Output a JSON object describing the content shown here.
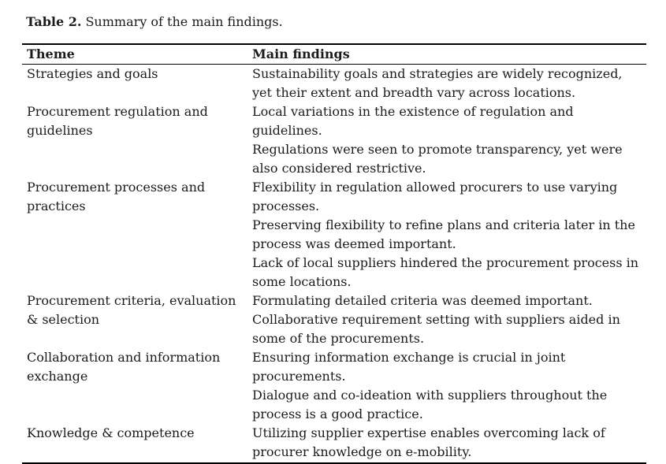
{
  "page": {
    "background": "#ffffff",
    "text_color": "#1b1b1b",
    "rule_color": "#000000"
  },
  "caption": {
    "label": "Table 2.",
    "text": "Summary of the main findings."
  },
  "table": {
    "headers": {
      "theme": "Theme",
      "main_findings": "Main findings"
    },
    "rows": [
      {
        "theme": "Strategies and goals",
        "findings": [
          "Sustainability goals and strategies are widely recognized, yet their extent and breadth vary across locations."
        ]
      },
      {
        "theme": "Procurement regulation and guidelines",
        "findings": [
          "Local variations in the existence of regulation and guidelines.",
          "Regulations were seen to promote transparency, yet were also considered restrictive."
        ]
      },
      {
        "theme": "Procurement processes and practices",
        "findings": [
          "Flexibility in regulation allowed procurers to use varying processes.",
          "Preserving flexibility to refine plans and criteria later in the process was deemed important.",
          "Lack of local suppliers hindered the procurement process in some locations."
        ]
      },
      {
        "theme": "Procurement criteria, evaluation & selection",
        "findings": [
          "Formulating detailed criteria was deemed important.",
          "Collaborative requirement setting with suppliers aided in some of the procurements."
        ]
      },
      {
        "theme": "Collaboration and information exchange",
        "findings": [
          "Ensuring information exchange is crucial in joint procurements.",
          "Dialogue and co-ideation with suppliers throughout the process is a good practice."
        ]
      },
      {
        "theme": "Knowledge & competence",
        "findings": [
          "Utilizing supplier expertise enables overcoming lack of procurer knowledge on e-mobility."
        ]
      }
    ]
  }
}
